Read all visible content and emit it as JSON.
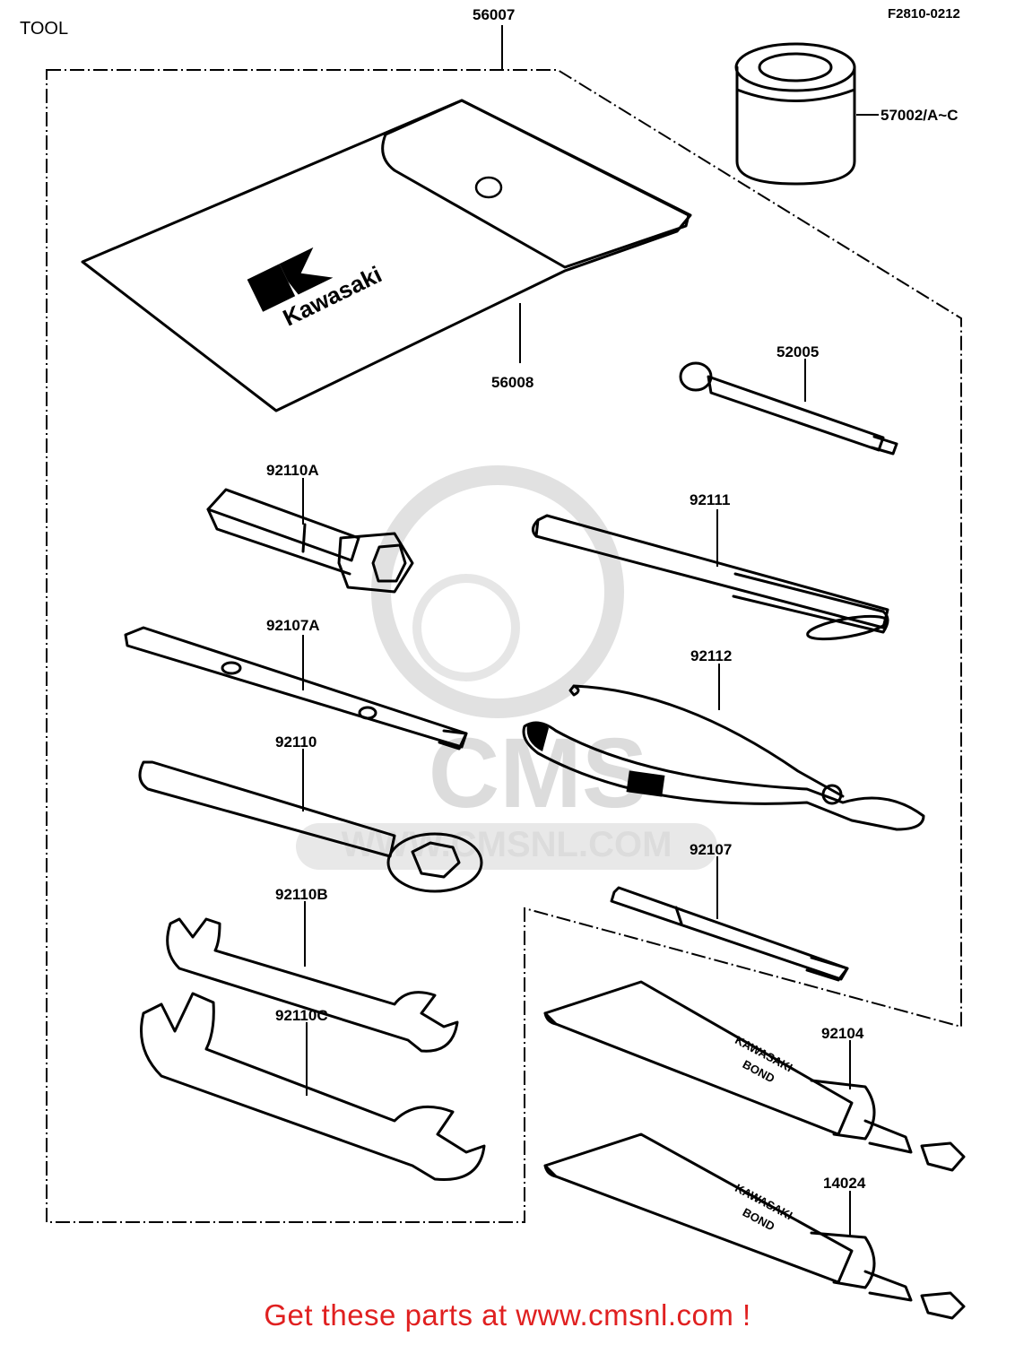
{
  "title": "TOOL",
  "ref_code": "F2810-0212",
  "footer": "Get these parts at www.cmsnl.com !",
  "watermark": {
    "logo_text": "CMS",
    "url_text": "WWW.CMSNL.COM"
  },
  "pouch_brand": "Kawasaki",
  "tube_print": {
    "line1": "KAWASAKI",
    "line2": "BOND"
  },
  "parts": [
    {
      "id": "56007",
      "label": "56007",
      "icon": "tool-kit-bracket"
    },
    {
      "id": "57002",
      "label": "57002/A~C",
      "icon": "grease-can"
    },
    {
      "id": "56008",
      "label": "56008",
      "icon": "tool-pouch"
    },
    {
      "id": "52005",
      "label": "52005",
      "icon": "spoke-wrench-rod"
    },
    {
      "id": "92110A",
      "label": "92110A",
      "icon": "plug-socket-wrench"
    },
    {
      "id": "92111",
      "label": "92111",
      "icon": "handle-bar"
    },
    {
      "id": "92107A",
      "label": "92107A",
      "icon": "flat-screwdriver"
    },
    {
      "id": "92112",
      "label": "92112",
      "icon": "pliers"
    },
    {
      "id": "92110",
      "label": "92110",
      "icon": "box-wrench"
    },
    {
      "id": "92107",
      "label": "92107",
      "icon": "phillips-screwdriver"
    },
    {
      "id": "92110B",
      "label": "92110B",
      "icon": "open-end-wrench-small"
    },
    {
      "id": "92110C",
      "label": "92110C",
      "icon": "open-end-wrench-large"
    },
    {
      "id": "92104",
      "label": "92104",
      "icon": "bond-tube"
    },
    {
      "id": "14024",
      "label": "14024",
      "icon": "bond-tube"
    }
  ]
}
